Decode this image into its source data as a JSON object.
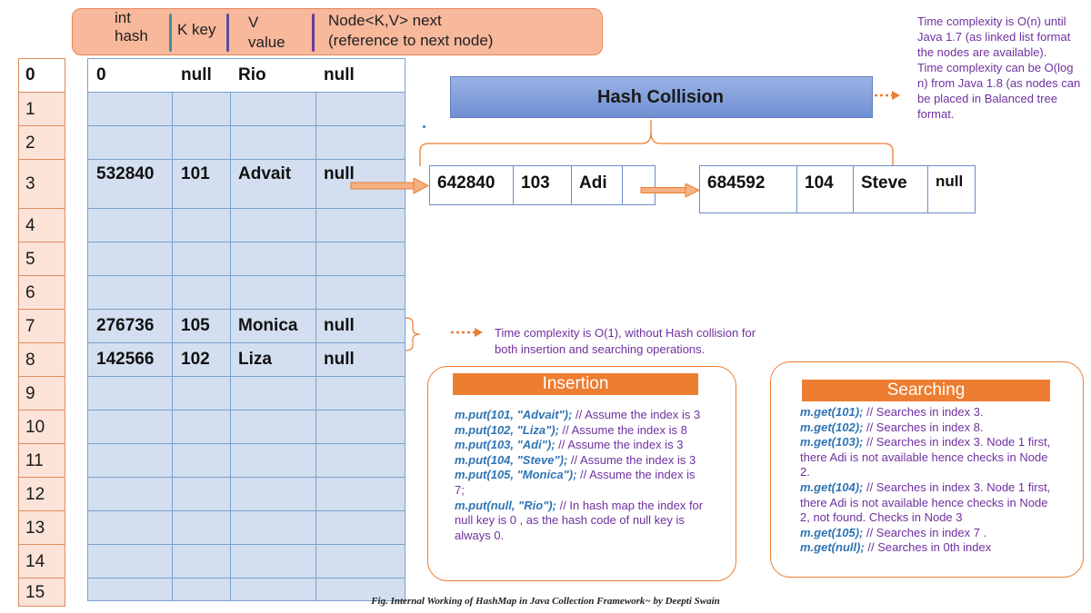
{
  "header": {
    "int_hash": "int\nhash",
    "k_key": "K key",
    "v_value": "V\nvalue",
    "node_next_line1": "Node<K,V> next",
    "node_next_line2": "(reference to next node)"
  },
  "indices": [
    "0",
    "1",
    "2",
    "3",
    "4",
    "5",
    "6",
    "7",
    "8",
    "9",
    "10",
    "11",
    "12",
    "13",
    "14",
    "15"
  ],
  "table_rows": [
    {
      "index": "0",
      "hash": "0",
      "key": "null",
      "value": "Rio",
      "next": "null"
    },
    {
      "index": "3",
      "hash": "532840",
      "key": "101",
      "value": "Advait",
      "next": "null"
    },
    {
      "index": "7",
      "hash": "276736",
      "key": "105",
      "value": "Monica",
      "next": "null"
    },
    {
      "index": "8",
      "hash": "142566",
      "key": "102",
      "value": "Liza",
      "next": "null"
    }
  ],
  "collision": {
    "title": "Hash Collision",
    "node1": {
      "hash": "642840",
      "key": "103",
      "value": "Adi",
      "next": ""
    },
    "node2": {
      "hash": "684592",
      "key": "104",
      "value": "Steve",
      "next": "null"
    },
    "complexity_note": "Time complexity is O(n) until Java 1.7 (as linked list format the nodes are available).\nTime complexity can be O(log n) from Java 1.8 (as nodes can be placed in Balanced tree format."
  },
  "o1_note": {
    "line1": "Time complexity is O(1), without Hash collision for",
    "line2": "both insertion and searching operations."
  },
  "insertion": {
    "title": "Insertion",
    "lines": [
      {
        "code": "m.put(101, \"Advait\");",
        "comment": " // Assume the index is 3"
      },
      {
        "code": "m.put(102, \"Liza\");",
        "comment": " // Assume the index is 8"
      },
      {
        "code": "m.put(103, \"Adi\");",
        "comment": " // Assume the index is 3"
      },
      {
        "code": "m.put(104, \"Steve\");",
        "comment": " // Assume the index is 3"
      },
      {
        "code": "m.put(105, \"Monica\");",
        "comment": " // Assume the index is\n7;"
      },
      {
        "code": "m.put(null, \"Rio\");",
        "comment": " // In hash map the index for\nnull key is 0 , as the hash code of null key is\nalways 0."
      }
    ]
  },
  "searching": {
    "title": "Searching",
    "lines": [
      {
        "code": "m.get(101);",
        "comment": " // Searches in index 3."
      },
      {
        "code": "m.get(102);",
        "comment": " // Searches in index 8."
      },
      {
        "code": "m.get(103);",
        "comment": " // Searches in index 3. Node 1 first,\nthere Adi is not available hence checks in Node\n2."
      },
      {
        "code": "m.get(104);",
        "comment": " // Searches in index 3. Node 1 first,\nthere Adi is not available hence checks in Node\n2, not found. Checks in Node 3"
      },
      {
        "code": "m.get(105);",
        "comment": " // Searches in index 7 ."
      },
      {
        "code": "m.get(null);",
        "comment": " // Searches in 0th index"
      }
    ]
  },
  "caption": "Fig. Internal Working of HashMap in Java Collection Framework~ by Deepti Swain",
  "colors": {
    "accent_orange": "#ed7d31",
    "table_fill": "#d3dff0",
    "note_purple": "#7030a0",
    "code_blue": "#2e74b5"
  }
}
